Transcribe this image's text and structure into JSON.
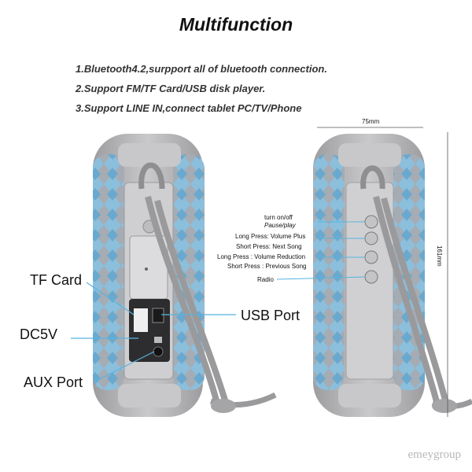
{
  "heading": "Multifunction",
  "features": [
    "1.Bluetooth4.2,surpport all of bluetooth connection.",
    "2.Support FM/TF Card/USB disk player.",
    "3.Support LINE IN,connect tablet PC/TV/Phone"
  ],
  "left_callouts": {
    "tf_card": "TF Card",
    "usb_port": "USB Port",
    "dc5v": "DC5V",
    "aux_port": "AUX Port"
  },
  "right_callouts": {
    "turn_on_off": "turn on/off",
    "pause_play": "Pause/play",
    "long_press_volume_plus": "Long Press: Volume Plus",
    "short_press_next_song": "Short Press: Next Song",
    "long_press_volume_reduction": "Long Press : Volume Reduction",
    "short_press_previous_song": "Short Press : Previous Song",
    "radio": "Radio"
  },
  "dimensions": {
    "width": "75mm",
    "height": "161mm"
  },
  "watermark": "emeygroup",
  "colors": {
    "body_gray": "#b9b9bb",
    "fabric_blue": "#7fb6d6",
    "strap_gray": "#a8a8a8"
  }
}
